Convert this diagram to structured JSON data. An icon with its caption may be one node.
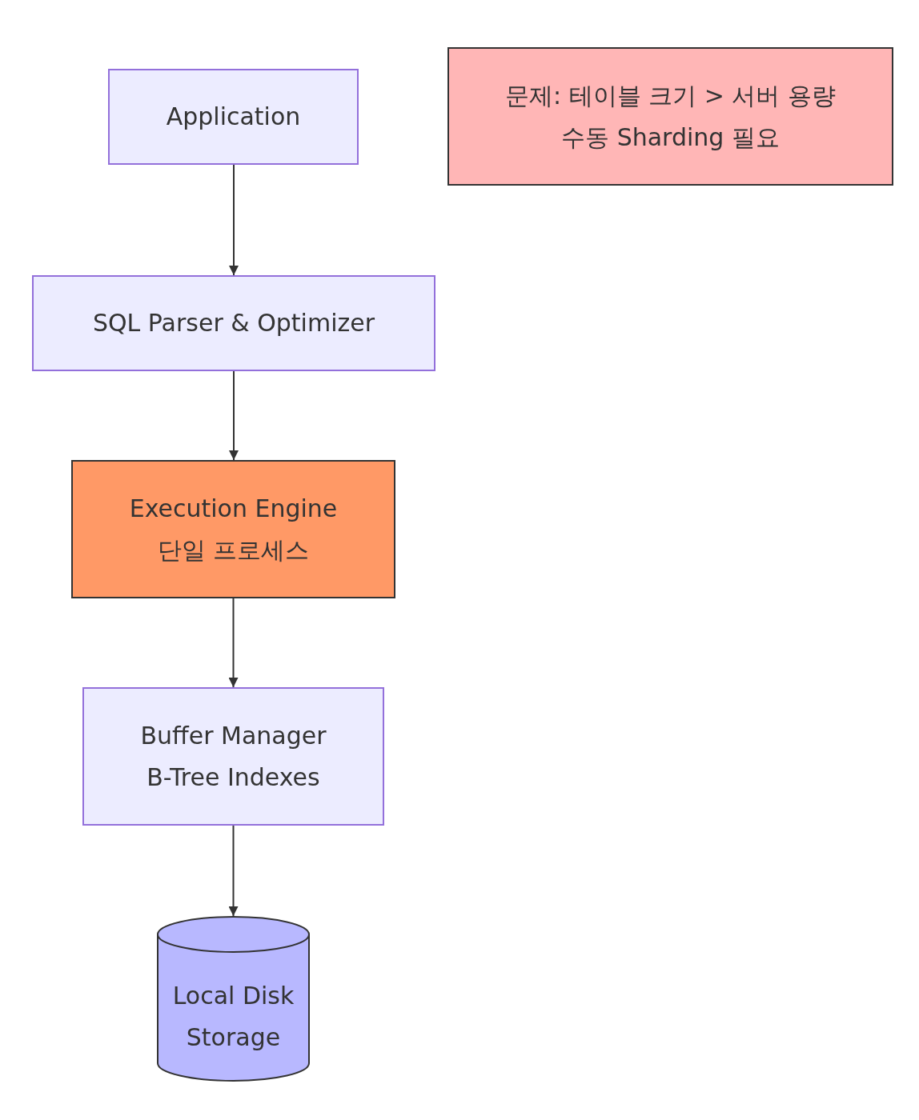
{
  "diagram": {
    "nodes": [
      {
        "text": [
          "Application"
        ]
      },
      {
        "text": [
          "SQL Parser & Optimizer"
        ]
      },
      {
        "text": [
          "Execution Engine",
          "단일 프로세스"
        ]
      },
      {
        "text": [
          "Buffer Manager",
          "B-Tree Indexes"
        ]
      },
      {
        "text": [
          "Local Disk Storage"
        ]
      },
      {
        "text": [
          "문제: 테이블 크기 > 서버 용량",
          "수동 Sharding 필요"
        ]
      }
    ],
    "edges": [
      {
        "from": 0,
        "to": 1,
        "arrow": "to"
      },
      {
        "from": 1,
        "to": 2,
        "arrow": "to"
      },
      {
        "from": 2,
        "to": 3,
        "arrow": "to"
      },
      {
        "from": 3,
        "to": 4,
        "arrow": "to"
      }
    ]
  }
}
